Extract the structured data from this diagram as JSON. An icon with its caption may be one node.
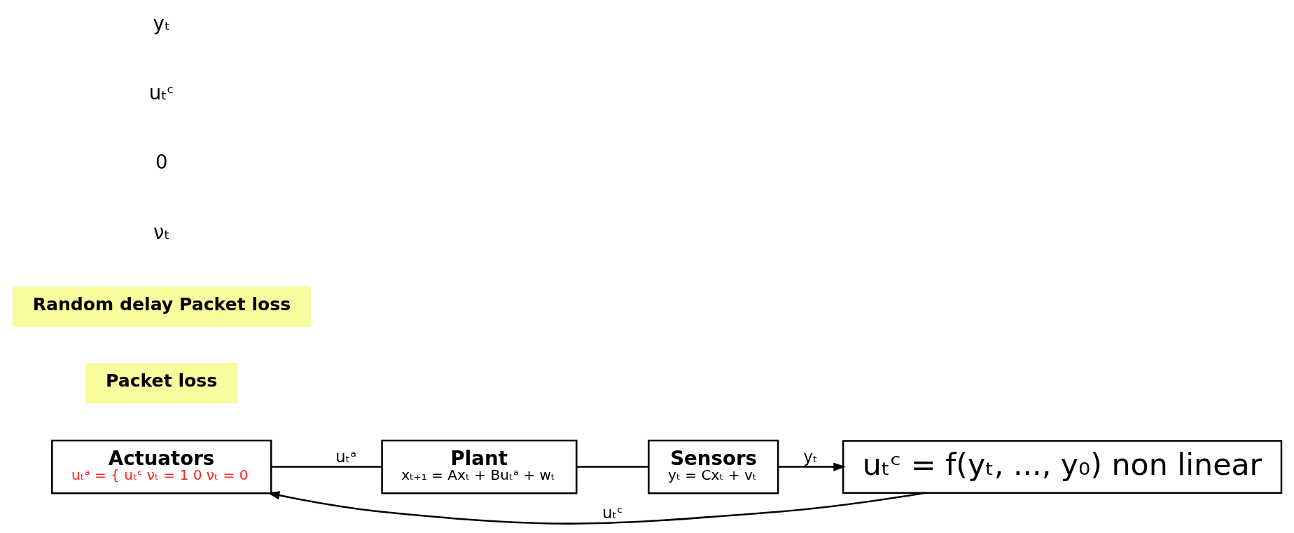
{
  "diagram": {
    "nodes": [
      {
        "text": [
          "Actuators",
          "uₜᵃ = { uₜᶜ νₜ = 1 0 νₜ = 0"
        ]
      },
      {
        "text": [
          "Plant",
          "xₜ₊₁ = Axₜ + Buₜᵃ + wₜ"
        ]
      },
      {
        "text": [
          "Sensors",
          "yₜ = Cxₜ + vₜ"
        ]
      },
      {
        "text": [
          "uₜᶜ = f(yₜ, ..., y₀) non linear"
        ]
      },
      {
        "text": [
          "Packet loss"
        ]
      },
      {
        "text": [
          "Random delay Packet loss"
        ]
      }
    ],
    "edges": [
      {
        "from": 0,
        "to": 1,
        "arrow": "none",
        "label": "uₜᵃ"
      },
      {
        "from": 1,
        "to": 2,
        "arrow": "none"
      },
      {
        "from": 2,
        "to": 3,
        "arrow": "to",
        "label": "yₜ"
      },
      {
        "from": 3,
        "to": 0,
        "arrow": "to",
        "label": "uₜᶜ"
      }
    ],
    "labels": [
      "νₜ",
      "0",
      "uₜᶜ",
      "yₜ"
    ]
  }
}
